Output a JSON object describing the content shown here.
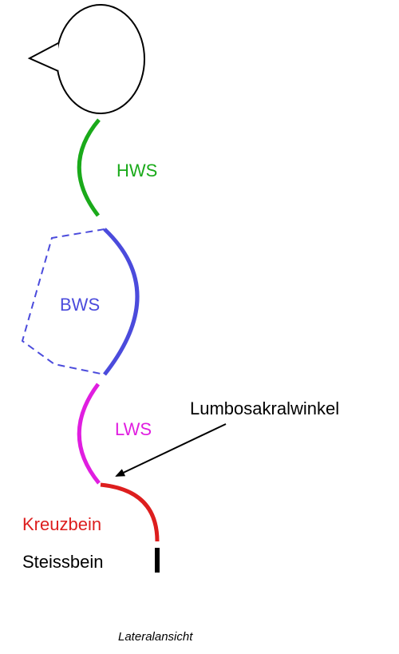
{
  "colors": {
    "hws": "#1aaa1a",
    "bws": "#4b4bdc",
    "lws": "#e01ee0",
    "kreuzbein": "#dd1e1e",
    "steissbein": "#000000",
    "outline": "#000000"
  },
  "labels": {
    "hws": "HWS",
    "bws": "BWS",
    "lws": "LWS",
    "kreuzbein": "Kreuzbein",
    "steissbein": "Steissbein",
    "lumbosakral": "Lumbosakralwinkel"
  },
  "caption": "Lateralansicht"
}
